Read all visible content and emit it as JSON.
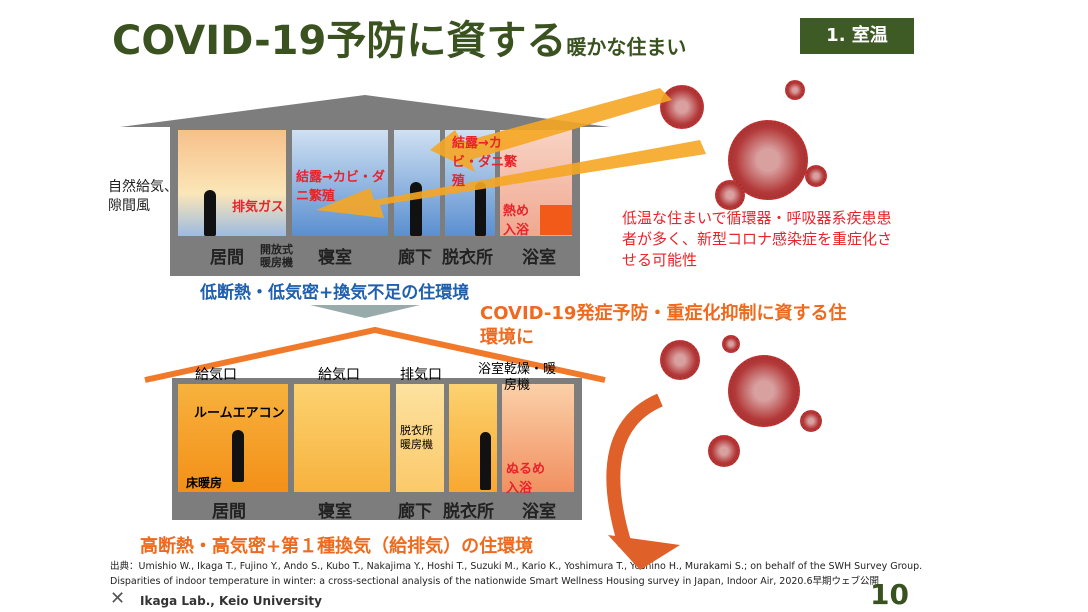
{
  "title": {
    "main": "COVID-19予防に資する",
    "sub": "暖かな住まい",
    "badge": "1. 室温"
  },
  "top_house": {
    "rooms": [
      "居間",
      "開放式暖房機",
      "寝室",
      "廊下",
      "脱衣所",
      "浴室"
    ],
    "notes": {
      "inflow": "自然給気、隙間風",
      "exhaust": "排気ガス",
      "condensation_bedroom": "結露→カビ・ダニ繁殖",
      "condensation_bath": "結露→カビ・ダニ繁殖",
      "hot_bath": "熱め入浴"
    },
    "caption": "低断熱・低気密+換気不足の住環境"
  },
  "risk_text": "低温な住まいで循環器・呼吸器系疾患患者が多く、新型コロナ感染症を重症化させる可能性",
  "goal_text": "COVID-19発症予防・重症化抑制に資する住環境に",
  "bottom_house": {
    "rooms": [
      "居間",
      "寝室",
      "廊下",
      "脱衣所",
      "浴室"
    ],
    "notes": {
      "supply1": "給気口",
      "supply2": "給気口",
      "exhaust": "排気口",
      "bath_dryer": "浴室乾燥・暖房機",
      "aircon": "ルームエアコン",
      "floor_heating": "床暖房",
      "dressing_heater": "脱衣所暖房機",
      "warm_bath": "ぬるめ入浴"
    },
    "caption": "高断熱・高気密+第１種換気（給排気）の住環境"
  },
  "citation": {
    "line1": "出典：Umishio W., Ikaga T., Fujino Y., Ando S., Kubo T., Nakajima Y., Hoshi T., Suzuki M., Kario K., Yoshimura T., Yoshino H., Murakami S.; on behalf of the SWH Survey Group.",
    "line2": "Disparities of indoor temperature in winter: a cross-sectional analysis of the nationwide Smart Wellness Housing survey in Japan, Indoor Air, 2020.6早期ウェブ公開"
  },
  "footer": {
    "lab": "Ikaga Lab., Keio University",
    "page": "10"
  }
}
